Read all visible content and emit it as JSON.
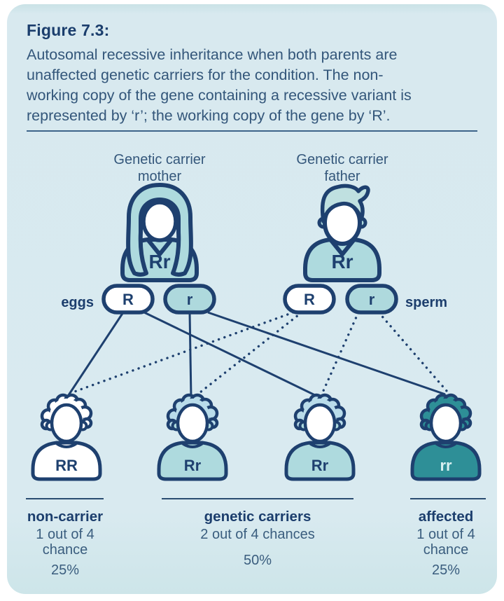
{
  "figure": {
    "title": "Figure 7.3:",
    "lines": [
      "Autosomal recessive inheritance when both parents are",
      "unaffected genetic carriers for the condition. The non-",
      "working copy of the gene containing a recessive variant is",
      "represented by ‘r’; the working copy of the gene by ‘R’."
    ]
  },
  "parents": {
    "mother": {
      "label1": "Genetic carrier",
      "label2": "mother",
      "genotype": "Rr"
    },
    "father": {
      "label1": "Genetic carrier",
      "label2": "father",
      "genotype": "Rr"
    }
  },
  "gametes": {
    "eggs_label": "eggs",
    "sperm_label": "sperm",
    "mother_R": "R",
    "mother_r": "r",
    "father_R": "R",
    "father_r": "r"
  },
  "children": [
    {
      "genotype": "RR",
      "status": "non-carrier"
    },
    {
      "genotype": "Rr",
      "status": "genetic carrier"
    },
    {
      "genotype": "Rr",
      "status": "genetic carrier"
    },
    {
      "genotype": "rr",
      "status": "affected"
    }
  ],
  "outcomes": [
    {
      "label": "non-carrier",
      "line1": "1 out of 4",
      "line2": "chance",
      "percent": "25%"
    },
    {
      "label": "genetic carriers",
      "line1": "2 out of 4 chances",
      "line2": "",
      "percent": "50%"
    },
    {
      "label": "affected",
      "line1": "1 out of 4",
      "line2": "chance",
      "percent": "25%"
    }
  ],
  "colors": {
    "card_background": "#d9eaf0",
    "outline_navy": "#1e406f",
    "body_text_slate": "#33567a",
    "carrier_teal_light": "#aedade",
    "child_hair_blue": "#b9dcea",
    "affected_teal": "#2e8f97",
    "affected_text": "#d9f0f1",
    "non_carrier_white": "#ffffff"
  }
}
